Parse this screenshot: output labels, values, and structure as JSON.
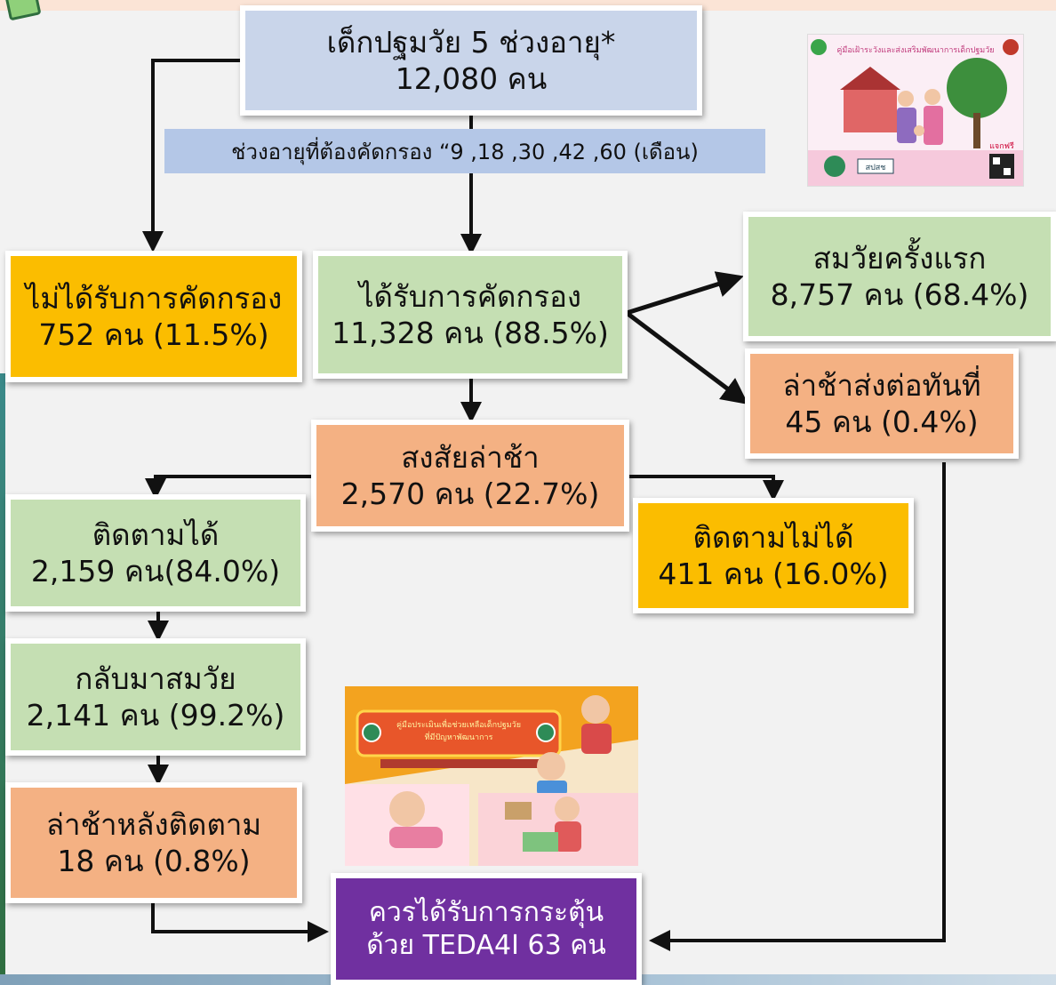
{
  "top_box": {
    "line1": "เด็กปฐมวัย 5 ช่วงอายุ*",
    "line2": "12,080 คน"
  },
  "age_note": "ช่วงอายุที่ต้องคัดกรอง “9 ,18 ,30 ,42 ,60 (เดือน)",
  "not_screened": {
    "line1": "ไม่ได้รับการคัดกรอง",
    "line2": "752 คน (11.5%)"
  },
  "screened": {
    "line1": "ได้รับการคัดกรอง",
    "line2": "11,328 คน (88.5%)"
  },
  "normal_first": {
    "line1": "สมวัยครั้งแรก",
    "line2": "8,757 คน (68.4%)"
  },
  "delayed_refer": {
    "line1": "ล่าช้าส่งต่อทันที่",
    "line2": "45 คน (0.4%)"
  },
  "suspected": {
    "line1": "สงสัยล่าช้า",
    "line2": "2,570 คน (22.7%)"
  },
  "followed": {
    "line1": "ติดตามได้",
    "line2": "2,159 คน(84.0%)"
  },
  "not_followed": {
    "line1": "ติดตามไม่ได้",
    "line2": "411 คน (16.0%)"
  },
  "back_normal": {
    "line1": "กลับมาสมวัย",
    "line2": "2,141 คน (99.2%)"
  },
  "delayed_after": {
    "line1": "ล่าช้าหลังติดตาม",
    "line2": "18 คน (0.8%)"
  },
  "teda": {
    "line1": "ควรได้รับการกระตุ้น",
    "line2": "ด้วย TEDA4I  63 คน"
  },
  "manual_dspm": {
    "title": "คู่มือเฝ้าระวังและส่งเสริมพัฒนาการเด็กปฐมวัย",
    "badge": "แจกฟรี",
    "logo": "สปสช"
  },
  "manual_teda": {
    "title1": "คู่มือประเมินเพื่อช่วยเหลือเด็กปฐมวัย",
    "title2": "ที่มีปัญหาพัฒนาการ"
  },
  "colors": {
    "blue": "#c9d5ea",
    "green": "#c5dfb3",
    "yellow": "#fbbd00",
    "salmon": "#f4b183",
    "purple": "#7030a0"
  }
}
